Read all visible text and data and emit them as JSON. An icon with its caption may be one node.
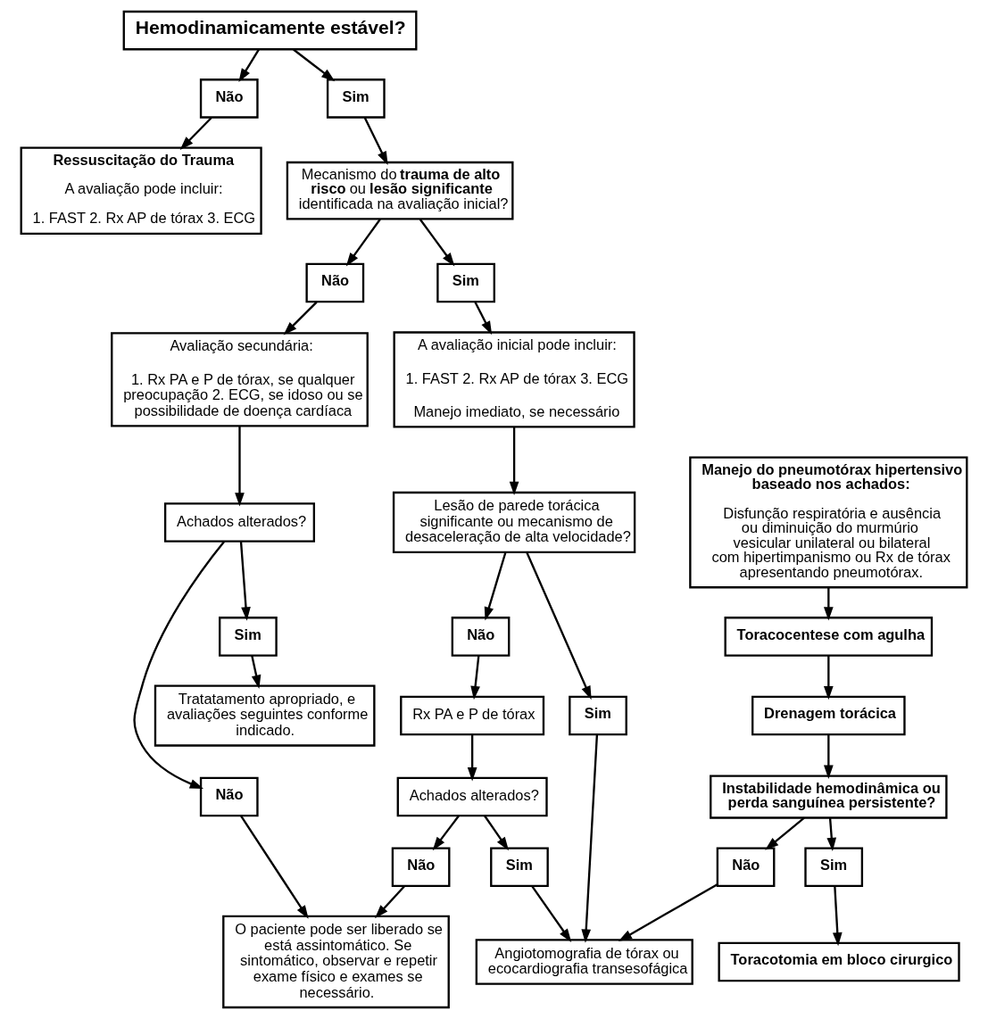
{
  "diagram": {
    "nodes": [
      {
        "text": [
          "Hemodinamicamente estável?"
        ]
      },
      {
        "text": [
          "Não"
        ]
      },
      {
        "text": [
          "Sim"
        ]
      },
      {
        "text": [
          "Ressuscitação do Trauma",
          "A avaliação pode incluir:",
          "1. FAST 2. Rx AP de tórax 3. ECG"
        ]
      },
      {
        "text": [
          "Mecanismo do **trauma de alto risco** ou **lesão significante** identificada na avaliação inicial?"
        ]
      },
      {
        "text": [
          "Sim"
        ]
      },
      {
        "text": [
          "Não"
        ]
      },
      {
        "text": [
          "A avaliação inicial pode incluir:",
          "1. FAST 2. Rx AP de tórax 3. ECG",
          "Manejo imediato, se necessário"
        ]
      },
      {
        "text": [
          "Avaliação secundária:",
          "1. Rx PA e P de tórax, se qualquer preocupação 2. ECG, se idoso ou se possibilidade de doença cardíaca"
        ]
      },
      {
        "text": [
          "Manejo do pneumotórax hipertensivo baseado nos achados:",
          "Disfunção respiratória e ausência ou diminuição do murmúrio vesicular unilateral ou bilateral com hipertimpanismo ou Rx de tórax apresentando pneumotórax."
        ]
      },
      {
        "text": [
          "Achados alterados?"
        ]
      },
      {
        "text": [
          "Sim"
        ]
      },
      {
        "text": [
          "Tratatamento apropriado, e avaliações seguintes conforme indicado."
        ]
      },
      {
        "text": [
          "Não"
        ]
      },
      {
        "text": [
          "Toracocentese com agulha"
        ]
      },
      {
        "text": [
          "Lesão de parede torácica significante ou mecanismo de desaceleração de alta velocidade?"
        ]
      },
      {
        "text": [
          "Drenagem torácica"
        ]
      },
      {
        "text": [
          "Não"
        ]
      },
      {
        "text": [
          "Instabilidade hemodinâmica ou perda sanguínea persistente?"
        ]
      },
      {
        "text": [
          "O paciente pode ser liberado se está assintomático. Se sintomático, observar e repetir exame físico e exames se necessário."
        ]
      },
      {
        "text": [
          "Rx PA e P de tórax"
        ]
      },
      {
        "text": [
          "Sim"
        ]
      },
      {
        "text": [
          "Sim"
        ]
      },
      {
        "text": [
          "Achados alterados?"
        ]
      },
      {
        "text": [
          "Não"
        ]
      },
      {
        "text": [
          "Sim"
        ]
      },
      {
        "text": [
          "Toracotomia em bloco cirurgico"
        ]
      },
      {
        "text": [
          "Não"
        ]
      },
      {
        "text": [
          "Angiotomografia de tórax ou ecocardiografia transesofágica"
        ]
      }
    ],
    "edges": [
      {
        "from": 0,
        "to": 1,
        "arrow": "to"
      },
      {
        "from": 0,
        "to": 2,
        "arrow": "to"
      },
      {
        "from": 1,
        "to": 3,
        "arrow": "to"
      },
      {
        "from": 2,
        "to": 4,
        "arrow": "to"
      },
      {
        "from": 4,
        "to": 5,
        "arrow": "to"
      },
      {
        "from": 4,
        "to": 6,
        "arrow": "to"
      },
      {
        "from": 5,
        "to": 7,
        "arrow": "to"
      },
      {
        "from": 6,
        "to": 8,
        "arrow": "to"
      },
      {
        "from": 8,
        "to": 10,
        "arrow": "to"
      },
      {
        "from": 10,
        "to": 11,
        "arrow": "to"
      },
      {
        "from": 11,
        "to": 12,
        "arrow": "to"
      },
      {
        "from": 10,
        "to": 13,
        "arrow": "to"
      },
      {
        "from": 13,
        "to": 19,
        "arrow": "to"
      },
      {
        "from": 9,
        "to": 14,
        "arrow": "to"
      },
      {
        "from": 14,
        "to": 16,
        "arrow": "to"
      },
      {
        "from": 16,
        "to": 18,
        "arrow": "to"
      },
      {
        "from": 7,
        "to": 15,
        "arrow": "to"
      },
      {
        "from": 15,
        "to": 22,
        "arrow": "to"
      },
      {
        "from": 15,
        "to": 17,
        "arrow": "to"
      },
      {
        "from": 17,
        "to": 20,
        "arrow": "to"
      },
      {
        "from": 20,
        "to": 23,
        "arrow": "to"
      },
      {
        "from": 23,
        "to": 24,
        "arrow": "to"
      },
      {
        "from": 24,
        "to": 19,
        "arrow": "to"
      },
      {
        "from": 23,
        "to": 25,
        "arrow": "to"
      },
      {
        "from": 25,
        "to": 28,
        "arrow": "to"
      },
      {
        "from": 22,
        "to": 28,
        "arrow": "to"
      },
      {
        "from": 18,
        "to": 21,
        "arrow": "to"
      },
      {
        "from": 21,
        "to": 26,
        "arrow": "to"
      },
      {
        "from": 18,
        "to": 27,
        "arrow": "to"
      },
      {
        "from": 27,
        "to": 28,
        "arrow": "to"
      }
    ]
  }
}
